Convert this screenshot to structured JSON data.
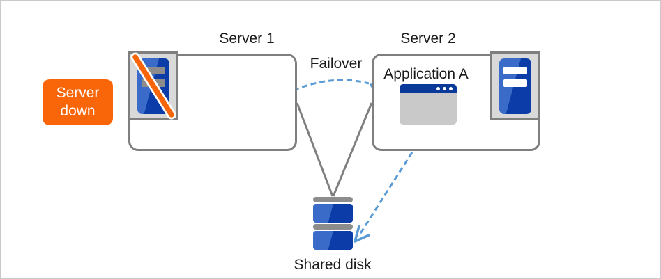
{
  "colors": {
    "orange": "#F9660A",
    "box_border": "#7F7F7F",
    "icon_bg": "#D9D9D9",
    "blue_light": "#3A6BC9",
    "blue_dark": "#0B3CA8",
    "titlebar_blue": "#0A3A99",
    "bar_gray": "#8C8C8C",
    "arrow_blue": "#5B9BD5",
    "win_body": "#C9C9C9",
    "canvas_border": "#C9C9C9",
    "text": "#1A1A1A",
    "white": "#FFFFFF"
  },
  "badge": {
    "line1": "Server",
    "line2": "down"
  },
  "servers": {
    "server1": {
      "label": "Server 1",
      "status": "down"
    },
    "server2": {
      "label": "Server 2",
      "app_label": "Application A"
    }
  },
  "labels": {
    "failover": "Failover",
    "shared_disk": "Shared disk"
  },
  "icons": {
    "server1": "server-tower-crossed-out-icon",
    "server2": "server-tower-icon",
    "application": "app-window-icon",
    "storage": "shared-disk-stack-icon"
  }
}
